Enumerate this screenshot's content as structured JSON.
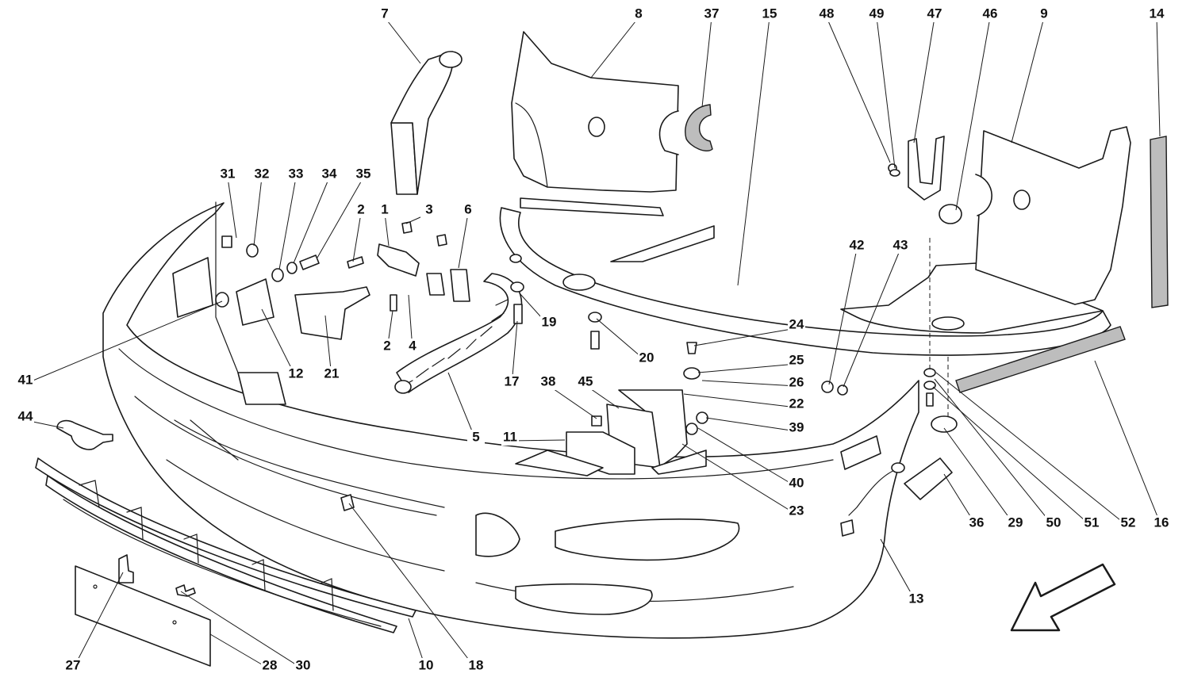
{
  "callouts": [
    "7",
    "8",
    "37",
    "15",
    "48",
    "49",
    "47",
    "46",
    "9",
    "14",
    "31",
    "32",
    "33",
    "34",
    "35",
    "2",
    "1",
    "3",
    "6",
    "41",
    "12",
    "21",
    "2",
    "4",
    "19",
    "17",
    "20",
    "5",
    "44",
    "11",
    "38",
    "45",
    "24",
    "25",
    "26",
    "22",
    "39",
    "40",
    "23",
    "42",
    "43",
    "36",
    "29",
    "50",
    "51",
    "52",
    "16",
    "13",
    "27",
    "28",
    "30",
    "10",
    "18"
  ],
  "colors": {
    "ink": "#1a1a1a",
    "part_fill": "#ffffff",
    "seal_fill": "#bdbdbd"
  },
  "icons": {
    "direction_arrow": "arrow-down-left-icon"
  }
}
